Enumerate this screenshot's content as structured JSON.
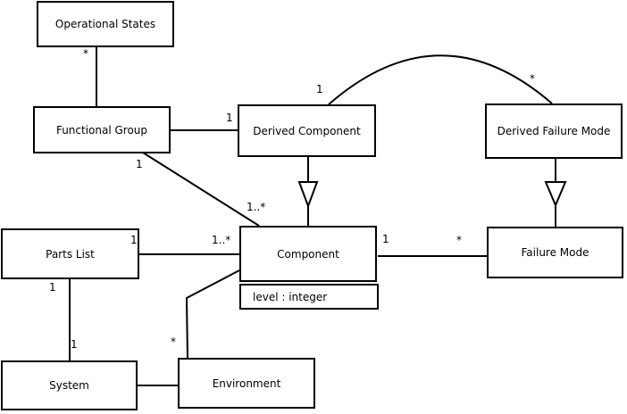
{
  "diagram": {
    "type": "uml-class-diagram",
    "colors": {
      "line": "#000000",
      "box_border": "#000000",
      "box_fill": "#ffffff",
      "background": "#ffffff",
      "text": "#000000"
    },
    "classes": [
      {
        "id": "operational_states",
        "name": "Operational States"
      },
      {
        "id": "functional_group",
        "name": "Functional Group"
      },
      {
        "id": "derived_component",
        "name": "Derived Component"
      },
      {
        "id": "derived_failure_mode",
        "name": "Derived Failure Mode"
      },
      {
        "id": "parts_list",
        "name": "Parts List"
      },
      {
        "id": "component",
        "name": "Component",
        "attributes": [
          "level : integer"
        ]
      },
      {
        "id": "failure_mode",
        "name": "Failure Mode"
      },
      {
        "id": "system",
        "name": "System"
      },
      {
        "id": "environment",
        "name": "Environment"
      }
    ],
    "relationships": [
      {
        "source": "Functional Group",
        "target": "Operational States",
        "type": "association",
        "target_multiplicity": "*"
      },
      {
        "source": "Functional Group",
        "target": "Derived Component",
        "type": "association",
        "target_multiplicity": "1"
      },
      {
        "source": "Functional Group",
        "target": "Component",
        "type": "association",
        "source_multiplicity": "1",
        "target_multiplicity": "1..*"
      },
      {
        "source": "Derived Component",
        "target": "Component",
        "type": "generalization"
      },
      {
        "source": "Derived Component",
        "target": "Derived Failure Mode",
        "type": "association",
        "source_multiplicity": "1",
        "target_multiplicity": "*"
      },
      {
        "source": "Derived Failure Mode",
        "target": "Failure Mode",
        "type": "generalization"
      },
      {
        "source": "Parts List",
        "target": "Component",
        "type": "association",
        "source_multiplicity": "1",
        "target_multiplicity": "1..*"
      },
      {
        "source": "Component",
        "target": "Failure Mode",
        "type": "association",
        "source_multiplicity": "1",
        "target_multiplicity": "*"
      },
      {
        "source": "Parts List",
        "target": "System",
        "type": "association",
        "source_multiplicity": "1",
        "target_multiplicity": "1"
      },
      {
        "source": "System",
        "target": "Environment",
        "type": "association"
      },
      {
        "source": "Environment",
        "target": "Component",
        "type": "association",
        "source_multiplicity": "*"
      }
    ]
  }
}
